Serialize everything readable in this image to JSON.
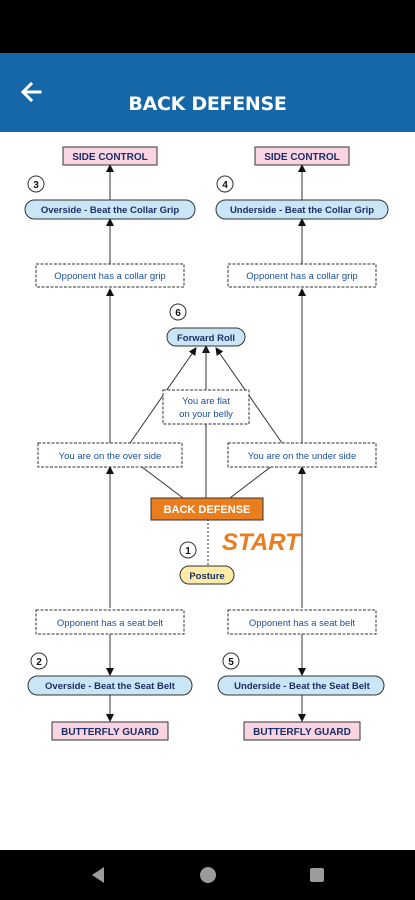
{
  "app_bar": {
    "title": "BACK DEFENSE",
    "back_icon": "arrow-back-icon"
  },
  "diagram": {
    "outcomes": {
      "side_control_left": "SIDE CONTROL",
      "side_control_right": "SIDE CONTROL",
      "butterfly_guard_left": "BUTTERFLY GUARD",
      "butterfly_guard_right": "BUTTERFLY GUARD"
    },
    "techniques": {
      "step3": {
        "number": "3",
        "label": "Overside - Beat the Collar Grip"
      },
      "step4": {
        "number": "4",
        "label": "Underside - Beat the Collar Grip"
      },
      "step6": {
        "number": "6",
        "label": "Forward Roll"
      },
      "step1": {
        "number": "1",
        "label": "Posture"
      },
      "step2": {
        "number": "2",
        "label": "Overside - Beat the Seat Belt"
      },
      "step5": {
        "number": "5",
        "label": "Underside - Beat the Seat Belt"
      }
    },
    "conditions": {
      "collar_left": "Opponent has a collar grip",
      "collar_right": "Opponent has a collar grip",
      "flat_line1": "You are flat",
      "flat_line2": "on your belly",
      "over_side": "You are on the over side",
      "under_side": "You are on the under side",
      "seat_left": "Opponent has a seat belt",
      "seat_right": "Opponent has a seat belt"
    },
    "central": "BACK DEFENSE",
    "start_label": "START",
    "colors": {
      "outcome_fill": "#f9d4e2",
      "technique_fill": "#c9e6f6",
      "posture_fill": "#fbeba6",
      "central_fill": "#ea7d1d",
      "start_text": "#ea7d1d",
      "label_text": "#1b4f9a",
      "app_bar": "#1667a8"
    }
  },
  "nav_bar": {
    "back": "back-triangle-icon",
    "home": "home-circle-icon",
    "recents": "recents-square-icon"
  }
}
